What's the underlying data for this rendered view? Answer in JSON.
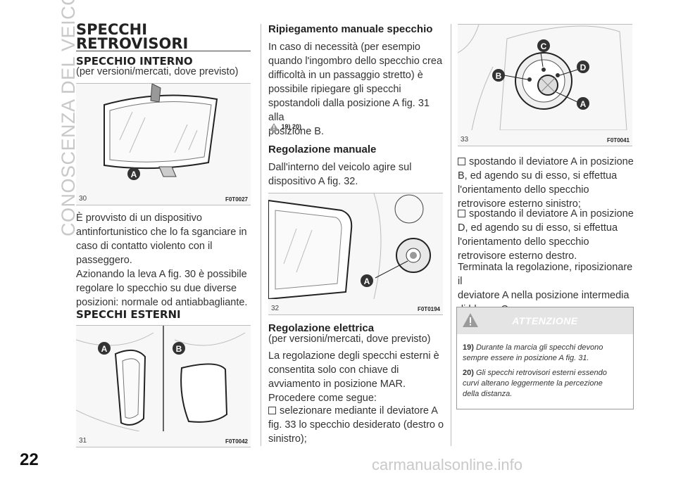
{
  "sidebar": {
    "chapter_title": "CONOSCENZA DEL VEICOLO"
  },
  "page": {
    "number": "22",
    "watermark": "carmanualsonline.info"
  },
  "col1": {
    "title_line1": "SPECCHI",
    "title_line2": "RETROVISORI",
    "interior_heading": "SPECCHIO INTERNO",
    "interior_sub": "(per versioni/mercati, dove previsto)",
    "fig30": {
      "number": "30",
      "code": "F0T0027",
      "label_a": "A"
    },
    "interior_text": [
      "È provvisto di un dispositivo",
      "antinfortunistico che lo fa sganciare in",
      "caso di contatto violento con il",
      "passeggero.",
      "Azionando la leva A fig. 30 è possibile",
      "regolare lo specchio su due diverse",
      "posizioni: normale od antiabbagliante."
    ],
    "exterior_heading": "SPECCHI ESTERNI",
    "fig31": {
      "number": "31",
      "code": "F0T0042",
      "label_a": "A",
      "label_b": "B"
    }
  },
  "col2": {
    "folding_heading": "Ripiegamento manuale specchio",
    "folding_text": [
      "In caso di necessità (per esempio",
      "quando l'ingombro dello specchio crea",
      "difficoltà in un passaggio stretto) è",
      "possibile ripiegare gli specchi",
      "spostandoli dalla posizione A fig. 31 alla",
      "posizione B."
    ],
    "folding_refs": "19) 20)",
    "manual_heading": "Regolazione manuale",
    "manual_text": [
      "Dall'interno del veicolo agire sul",
      "dispositivo A fig. 32."
    ],
    "fig32": {
      "number": "32",
      "code": "F0T0194",
      "label_a": "A"
    },
    "electric_heading": "Regolazione elettrica",
    "electric_sub": "(per versioni/mercati, dove previsto)",
    "electric_text": [
      "La regolazione degli specchi esterni è",
      "consentita solo con chiave di",
      "avviamento in posizione MAR.",
      "Procedere come segue:"
    ],
    "bullet1": [
      "selezionare mediante il deviatore A",
      "fig. 33 lo specchio desiderato (destro o",
      "sinistro);"
    ]
  },
  "col3": {
    "fig33": {
      "number": "33",
      "code": "F0T0041",
      "label_a": "A",
      "label_b": "B",
      "label_c": "C",
      "label_d": "D"
    },
    "bullet2": [
      "spostando il deviatore A in posizione",
      "B, ed agendo su di esso, si effettua",
      "l'orientamento dello specchio",
      "retrovisore esterno sinistro;"
    ],
    "bullet3": [
      "spostando il deviatore A in posizione",
      "D, ed agendo su di esso, si effettua",
      "l'orientamento dello specchio",
      "retrovisore esterno destro."
    ],
    "closing_text": [
      "Terminata la regolazione, riposizionare il",
      "deviatore A nella posizione intermedia",
      "di blocco C."
    ],
    "warning": {
      "title": "ATTENZIONE",
      "note1_num": "19)",
      "note1_text": [
        "Durante la marcia gli specchi devono",
        "sempre essere in posizione A fig. 31."
      ],
      "note2_num": "20)",
      "note2_text": [
        "Gli specchi retrovisori esterni essendo",
        "curvi alterano leggermente la percezione",
        "della distanza."
      ]
    }
  }
}
